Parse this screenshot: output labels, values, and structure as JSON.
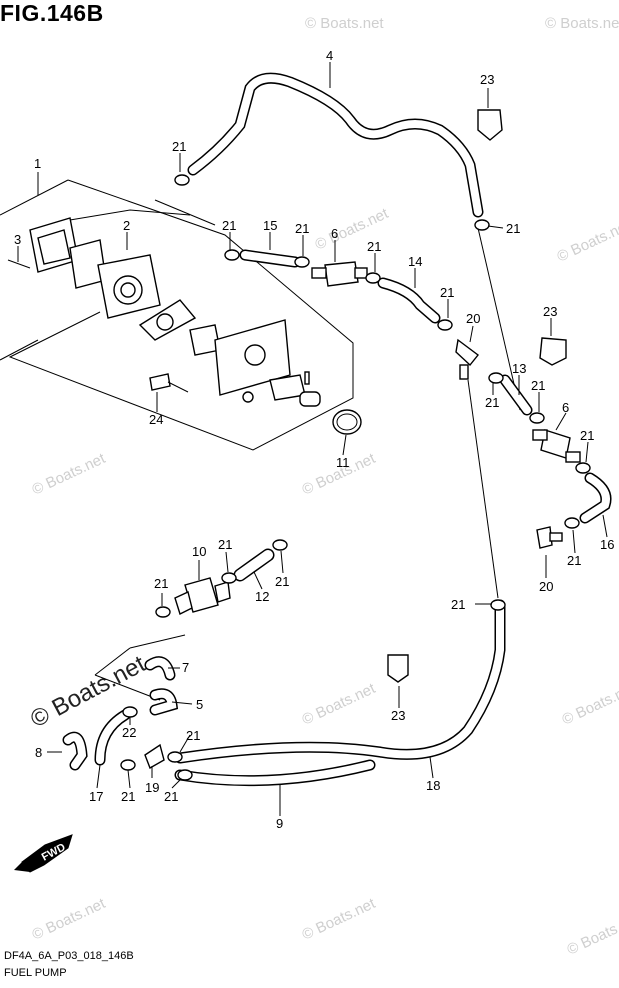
{
  "figure": {
    "title": "FIG.146B"
  },
  "footer": {
    "code": "DF4A_6A_P03_018_146B",
    "name": "FUEL PUMP"
  },
  "fwd_label": "FWD",
  "watermark": {
    "text": "© Boats.net",
    "bold_text": "© Boats.net"
  },
  "callouts": [
    {
      "id": "c1",
      "label": "1"
    },
    {
      "id": "c2",
      "label": "2"
    },
    {
      "id": "c3",
      "label": "3"
    },
    {
      "id": "c4",
      "label": "4"
    },
    {
      "id": "c5",
      "label": "5"
    },
    {
      "id": "c6a",
      "label": "6"
    },
    {
      "id": "c6b",
      "label": "6"
    },
    {
      "id": "c7",
      "label": "7"
    },
    {
      "id": "c8",
      "label": "8"
    },
    {
      "id": "c9",
      "label": "9"
    },
    {
      "id": "c10",
      "label": "10"
    },
    {
      "id": "c11",
      "label": "11"
    },
    {
      "id": "c12",
      "label": "12"
    },
    {
      "id": "c13",
      "label": "13"
    },
    {
      "id": "c14",
      "label": "14"
    },
    {
      "id": "c15",
      "label": "15"
    },
    {
      "id": "c16",
      "label": "16"
    },
    {
      "id": "c17",
      "label": "17"
    },
    {
      "id": "c18",
      "label": "18"
    },
    {
      "id": "c19",
      "label": "19"
    },
    {
      "id": "c20a",
      "label": "20"
    },
    {
      "id": "c20b",
      "label": "20"
    },
    {
      "id": "c21a",
      "label": "21"
    },
    {
      "id": "c21b",
      "label": "21"
    },
    {
      "id": "c21c",
      "label": "21"
    },
    {
      "id": "c21d",
      "label": "21"
    },
    {
      "id": "c21e",
      "label": "21"
    },
    {
      "id": "c21f",
      "label": "21"
    },
    {
      "id": "c21g",
      "label": "21"
    },
    {
      "id": "c21h",
      "label": "21"
    },
    {
      "id": "c21i",
      "label": "21"
    },
    {
      "id": "c21j",
      "label": "21"
    },
    {
      "id": "c21k",
      "label": "21"
    },
    {
      "id": "c21l",
      "label": "21"
    },
    {
      "id": "c21m",
      "label": "21"
    },
    {
      "id": "c21n",
      "label": "21"
    },
    {
      "id": "c21o",
      "label": "21"
    },
    {
      "id": "c21p",
      "label": "21"
    },
    {
      "id": "c21q",
      "label": "21"
    },
    {
      "id": "c22",
      "label": "22"
    },
    {
      "id": "c23a",
      "label": "23"
    },
    {
      "id": "c23b",
      "label": "23"
    },
    {
      "id": "c23c",
      "label": "23"
    },
    {
      "id": "c24",
      "label": "24"
    }
  ]
}
